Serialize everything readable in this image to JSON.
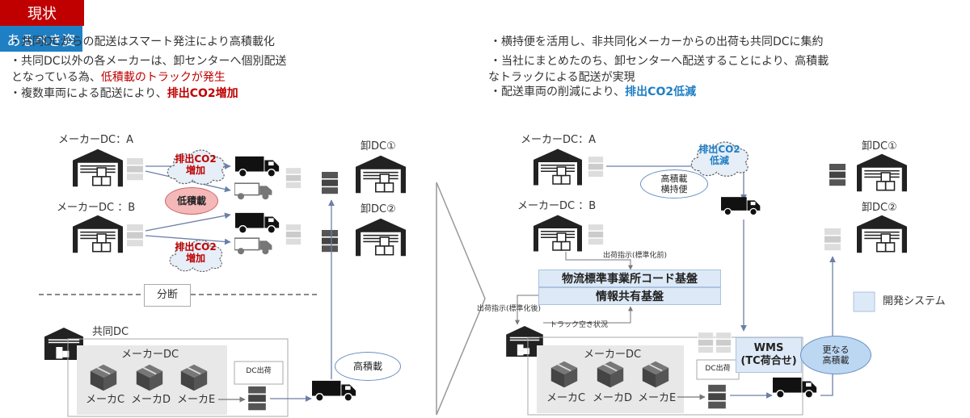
{
  "left": {
    "header": "現状",
    "bullets": {
      "b1": "・共同DCからの配送はスマート発注により高積載化",
      "b2a": "・共同DC以外の各メーカーは、卸センターへ個別配送",
      "b2b_plain": "となっている為、",
      "b2b_red": "低積載のトラックが発生",
      "b3_plain": "・複数車両による配送により、",
      "b3_red": "排出CO2増加"
    },
    "maker_a": "メーカーDC：A",
    "maker_b": "メーカーDC ：B",
    "cloud_top": "排出CO2\n増加",
    "cloud_bottom": "排出CO2\n増加",
    "low_load": "低積載",
    "wholesale_1": "卸DC①",
    "wholesale_2": "卸DC②",
    "divider": "分断",
    "joint_dc": "共同DC",
    "maker_dc": "メーカーDC",
    "maker_c": "メーカC",
    "maker_d": "メーカD",
    "maker_e": "メーカE",
    "dc_ship": "DC出荷",
    "high_load": "高積載"
  },
  "right": {
    "header": "あるべき姿",
    "bullets": {
      "b1": "・横持便を活用し、非共同化メーカーからの出荷も共同DCに集約",
      "b2a": "・当社にまとめたのち、卸センターへ配送することにより、高積載",
      "b2b": "なトラックによる配送が実現",
      "b3_plain": "・配送車両の削減により、",
      "b3_blue": "排出CO2低減"
    },
    "maker_a": "メーカーDC：A",
    "maker_b": "メーカーDC ：B",
    "cloud": "排出CO2\n低減",
    "yokomochi": "高積載\n横持便",
    "shipping_before": "出荷指示(標準化前)",
    "shipping_after": "出荷指示(標準化後)",
    "truck_status": "トラック空き状況",
    "platform_code": "物流標準事業所コード基盤",
    "platform_info": "情報共有基盤",
    "wms": "WMS\n(TC荷合せ)",
    "further": "更なる\n高積載",
    "wholesale_1": "卸DC①",
    "wholesale_2": "卸DC②",
    "legend": "開発システム",
    "maker_dc": "メーカーDC",
    "maker_c": "メーカC",
    "maker_d": "メーカD",
    "maker_e": "メーカE",
    "dc_ship": "DC出荷"
  },
  "colors": {
    "red": "#c00000",
    "blue": "#1f7fc4",
    "system_fill": "#dde9f6",
    "cloud_fill": "#e6eef8",
    "low_load_fill": "#f4b8b8"
  }
}
